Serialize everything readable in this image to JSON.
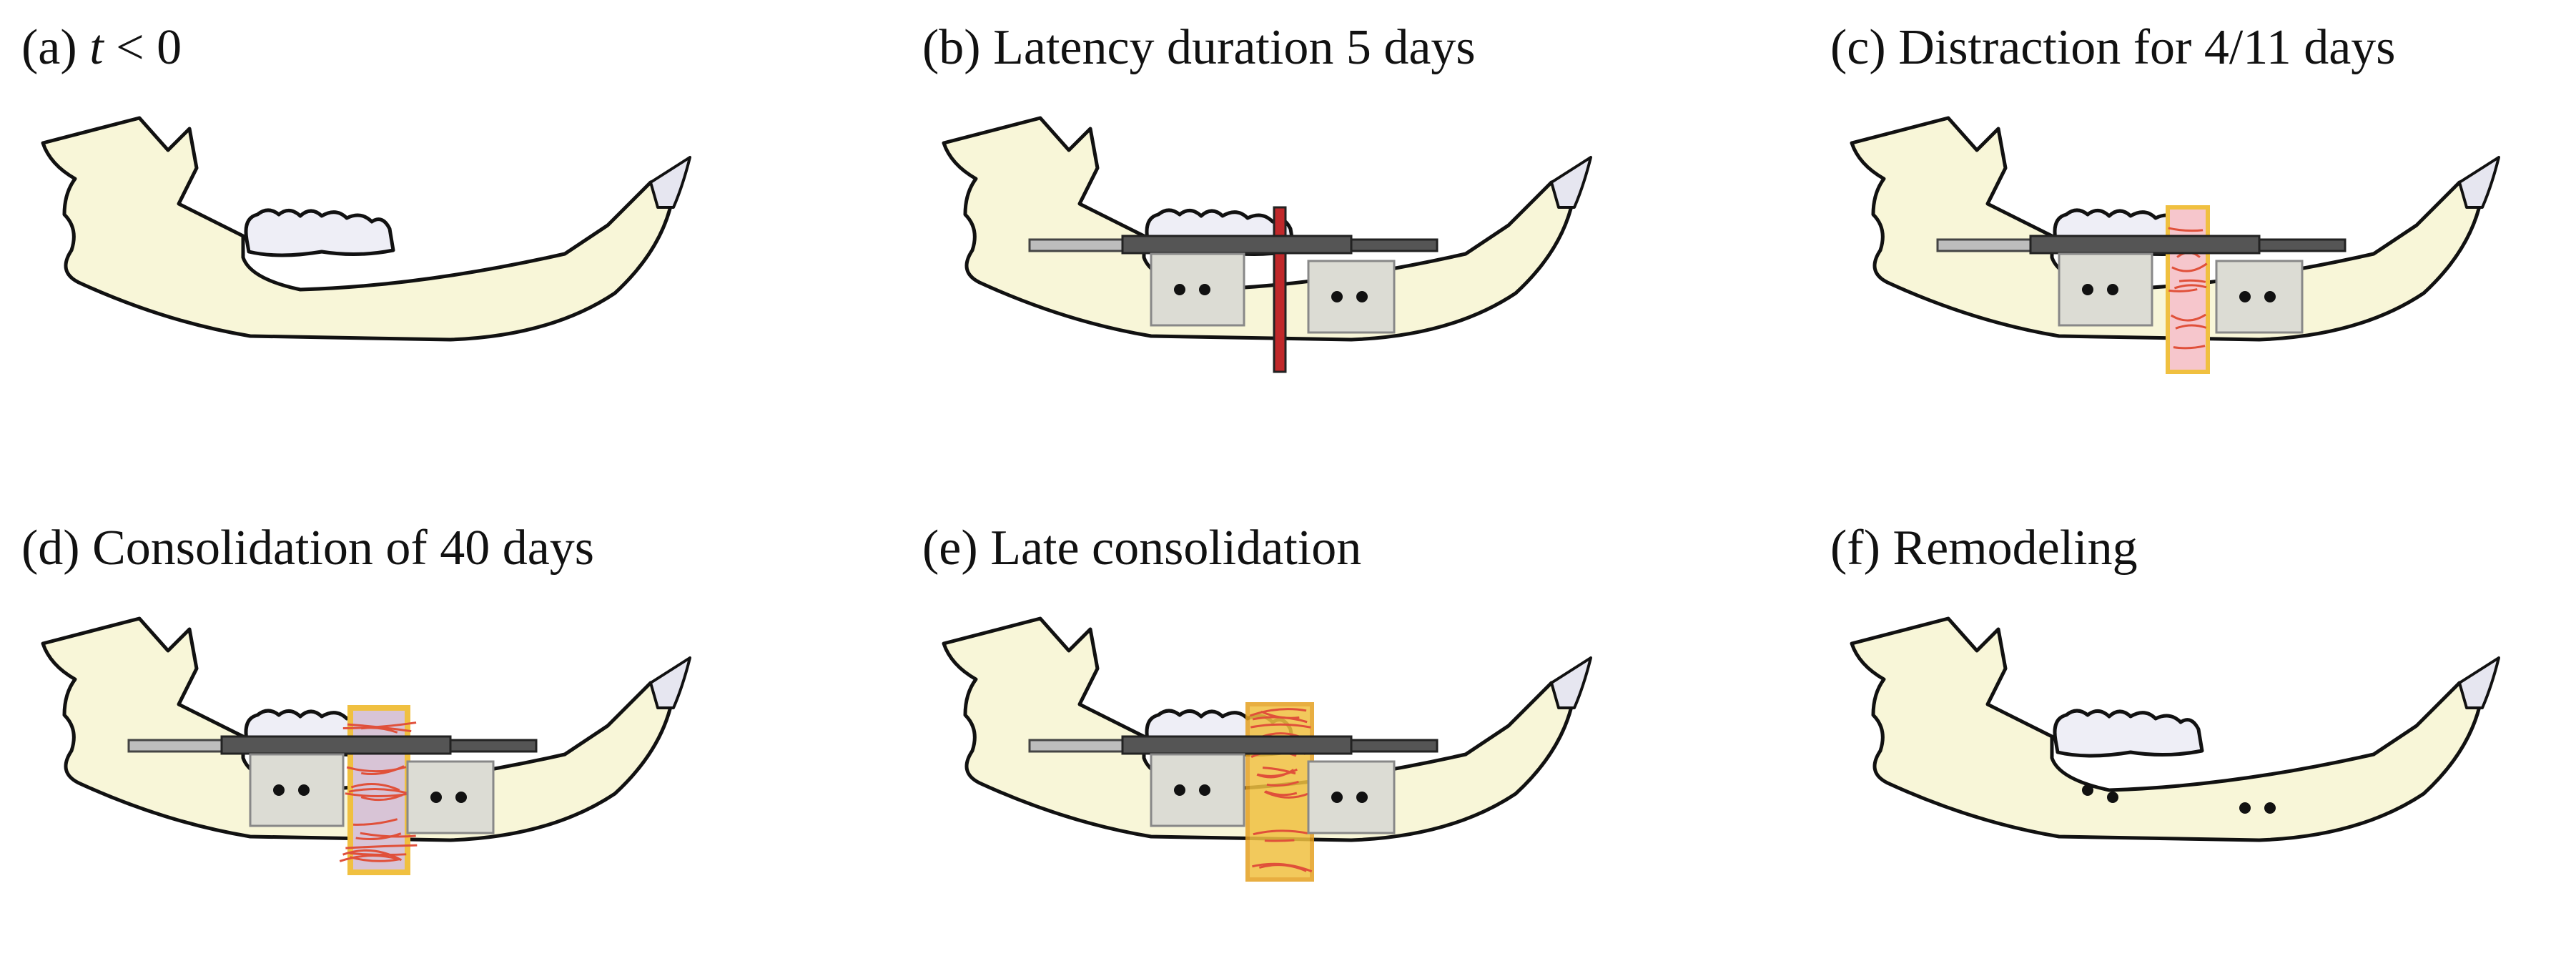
{
  "panels": [
    {
      "id": "a",
      "title_prefix": "(a) ",
      "title_var": "t",
      "title_suffix": " < 0",
      "stage": "intact",
      "fixator": false,
      "gap": "none",
      "pins": false
    },
    {
      "id": "b",
      "title": "(b) Latency duration 5 days",
      "stage": "latency",
      "fixator": true,
      "gap": "osteotomy",
      "pins": false
    },
    {
      "id": "c",
      "title": "(c) Distraction for 4/11 days",
      "stage": "distraction",
      "fixator": true,
      "gap": "distraction",
      "pins": false
    },
    {
      "id": "d",
      "title": "(d) Consolidation of 40 days",
      "stage": "consolidation",
      "fixator": true,
      "gap": "consolidation",
      "pins": false
    },
    {
      "id": "e",
      "title": "(e) Late consolidation",
      "stage": "late-consolidation",
      "fixator": true,
      "gap": "late",
      "pins": false
    },
    {
      "id": "f",
      "title": "(f) Remodeling",
      "stage": "remodeling",
      "fixator": false,
      "gap": "none",
      "pins": true
    }
  ],
  "colors": {
    "bone": "#f8f6d8",
    "outline": "#111111",
    "tooth": "#eeeef6",
    "incisor": "#e6e6f0",
    "fixator_block": "#dcdcd4",
    "rod": "#555555",
    "osteotomy": "#c0282a",
    "distraction": "#f6c6cc",
    "callus": "#f0c040",
    "vessel": "#e0503a"
  }
}
